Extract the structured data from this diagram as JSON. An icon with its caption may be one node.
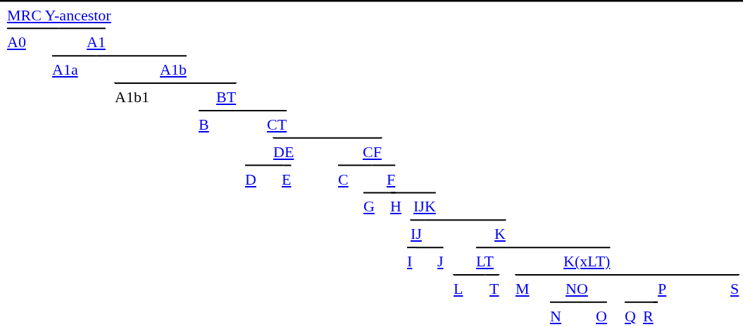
{
  "diagram": {
    "nodes": [
      {
        "text": [
          "MRC Y-ancestor"
        ]
      },
      {
        "text": [
          "A0"
        ]
      },
      {
        "text": [
          "A1"
        ]
      },
      {
        "text": [
          "A1a"
        ]
      },
      {
        "text": [
          "A1b"
        ]
      },
      {
        "text": [
          "A1b1"
        ]
      },
      {
        "text": [
          "BT"
        ]
      },
      {
        "text": [
          "B"
        ]
      },
      {
        "text": [
          "CT"
        ]
      },
      {
        "text": [
          "DE"
        ]
      },
      {
        "text": [
          "CF"
        ]
      },
      {
        "text": [
          "D"
        ]
      },
      {
        "text": [
          "E"
        ]
      },
      {
        "text": [
          "C"
        ]
      },
      {
        "text": [
          "F"
        ]
      },
      {
        "text": [
          "G"
        ]
      },
      {
        "text": [
          "H"
        ]
      },
      {
        "text": [
          "IJK"
        ]
      },
      {
        "text": [
          "IJ"
        ]
      },
      {
        "text": [
          "K"
        ]
      },
      {
        "text": [
          "I"
        ]
      },
      {
        "text": [
          "J"
        ]
      },
      {
        "text": [
          "LT"
        ]
      },
      {
        "text": [
          "K(xLT)"
        ]
      },
      {
        "text": [
          "L"
        ]
      },
      {
        "text": [
          "T"
        ]
      },
      {
        "text": [
          "M"
        ]
      },
      {
        "text": [
          "NO"
        ]
      },
      {
        "text": [
          "P"
        ]
      },
      {
        "text": [
          "S"
        ]
      },
      {
        "text": [
          "N"
        ]
      },
      {
        "text": [
          "O"
        ]
      },
      {
        "text": [
          "Q"
        ]
      },
      {
        "text": [
          "R"
        ]
      }
    ],
    "edges": [
      {
        "from": 0,
        "to": 1,
        "arrow": "none"
      },
      {
        "from": 0,
        "to": 2,
        "arrow": "none"
      },
      {
        "from": 2,
        "to": 3,
        "arrow": "none"
      },
      {
        "from": 2,
        "to": 4,
        "arrow": "none"
      },
      {
        "from": 4,
        "to": 5,
        "arrow": "none"
      },
      {
        "from": 4,
        "to": 6,
        "arrow": "none"
      },
      {
        "from": 6,
        "to": 7,
        "arrow": "none"
      },
      {
        "from": 6,
        "to": 8,
        "arrow": "none"
      },
      {
        "from": 8,
        "to": 9,
        "arrow": "none"
      },
      {
        "from": 8,
        "to": 10,
        "arrow": "none"
      },
      {
        "from": 9,
        "to": 11,
        "arrow": "none"
      },
      {
        "from": 9,
        "to": 12,
        "arrow": "none"
      },
      {
        "from": 10,
        "to": 13,
        "arrow": "none"
      },
      {
        "from": 10,
        "to": 14,
        "arrow": "none"
      },
      {
        "from": 14,
        "to": 15,
        "arrow": "none"
      },
      {
        "from": 14,
        "to": 16,
        "arrow": "none"
      },
      {
        "from": 14,
        "to": 17,
        "arrow": "none"
      },
      {
        "from": 17,
        "to": 18,
        "arrow": "none"
      },
      {
        "from": 17,
        "to": 19,
        "arrow": "none"
      },
      {
        "from": 18,
        "to": 20,
        "arrow": "none"
      },
      {
        "from": 18,
        "to": 21,
        "arrow": "none"
      },
      {
        "from": 19,
        "to": 22,
        "arrow": "none"
      },
      {
        "from": 19,
        "to": 23,
        "arrow": "none"
      },
      {
        "from": 22,
        "to": 24,
        "arrow": "none"
      },
      {
        "from": 22,
        "to": 25,
        "arrow": "none"
      },
      {
        "from": 23,
        "to": 26,
        "arrow": "none"
      },
      {
        "from": 23,
        "to": 27,
        "arrow": "none"
      },
      {
        "from": 23,
        "to": 28,
        "arrow": "none"
      },
      {
        "from": 23,
        "to": 29,
        "arrow": "none"
      },
      {
        "from": 27,
        "to": 30,
        "arrow": "none"
      },
      {
        "from": 27,
        "to": 31,
        "arrow": "none"
      },
      {
        "from": 28,
        "to": 32,
        "arrow": "none"
      },
      {
        "from": 28,
        "to": 33,
        "arrow": "none"
      }
    ]
  }
}
